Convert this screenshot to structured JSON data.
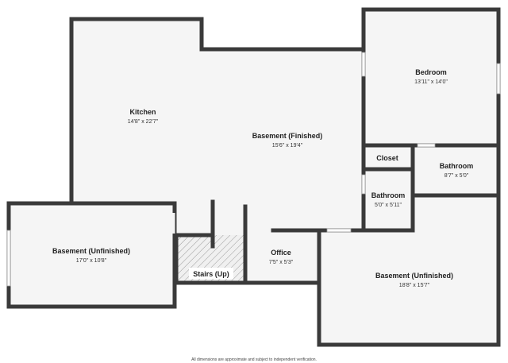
{
  "rooms": [
    {
      "id": "kitchen",
      "name": "Kitchen",
      "dims": "14'8\" x 22'7\""
    },
    {
      "id": "basement-finished",
      "name": "Basement (Finished)",
      "dims": "15'6\" x 19'4\""
    },
    {
      "id": "bedroom",
      "name": "Bedroom",
      "dims": "13'11\" x 14'0\""
    },
    {
      "id": "closet",
      "name": "Closet",
      "dims": ""
    },
    {
      "id": "bathroom-right",
      "name": "Bathroom",
      "dims": "8'7\" x 5'0\""
    },
    {
      "id": "bathroom-center",
      "name": "Bathroom",
      "dims": "5'0\" x 5'11\""
    },
    {
      "id": "basement-unfinished-left",
      "name": "Basement (Unfinished)",
      "dims": "17'0\" x 10'8\""
    },
    {
      "id": "stairs",
      "name": "Stairs (Up)",
      "dims": ""
    },
    {
      "id": "office",
      "name": "Office",
      "dims": "7'5\" x 5'3\""
    },
    {
      "id": "basement-unfinished-right",
      "name": "Basement (Unfinished)",
      "dims": "18'8\" x 15'7\""
    }
  ],
  "footnote": "All dimensions are approximate and subject to independent verification."
}
